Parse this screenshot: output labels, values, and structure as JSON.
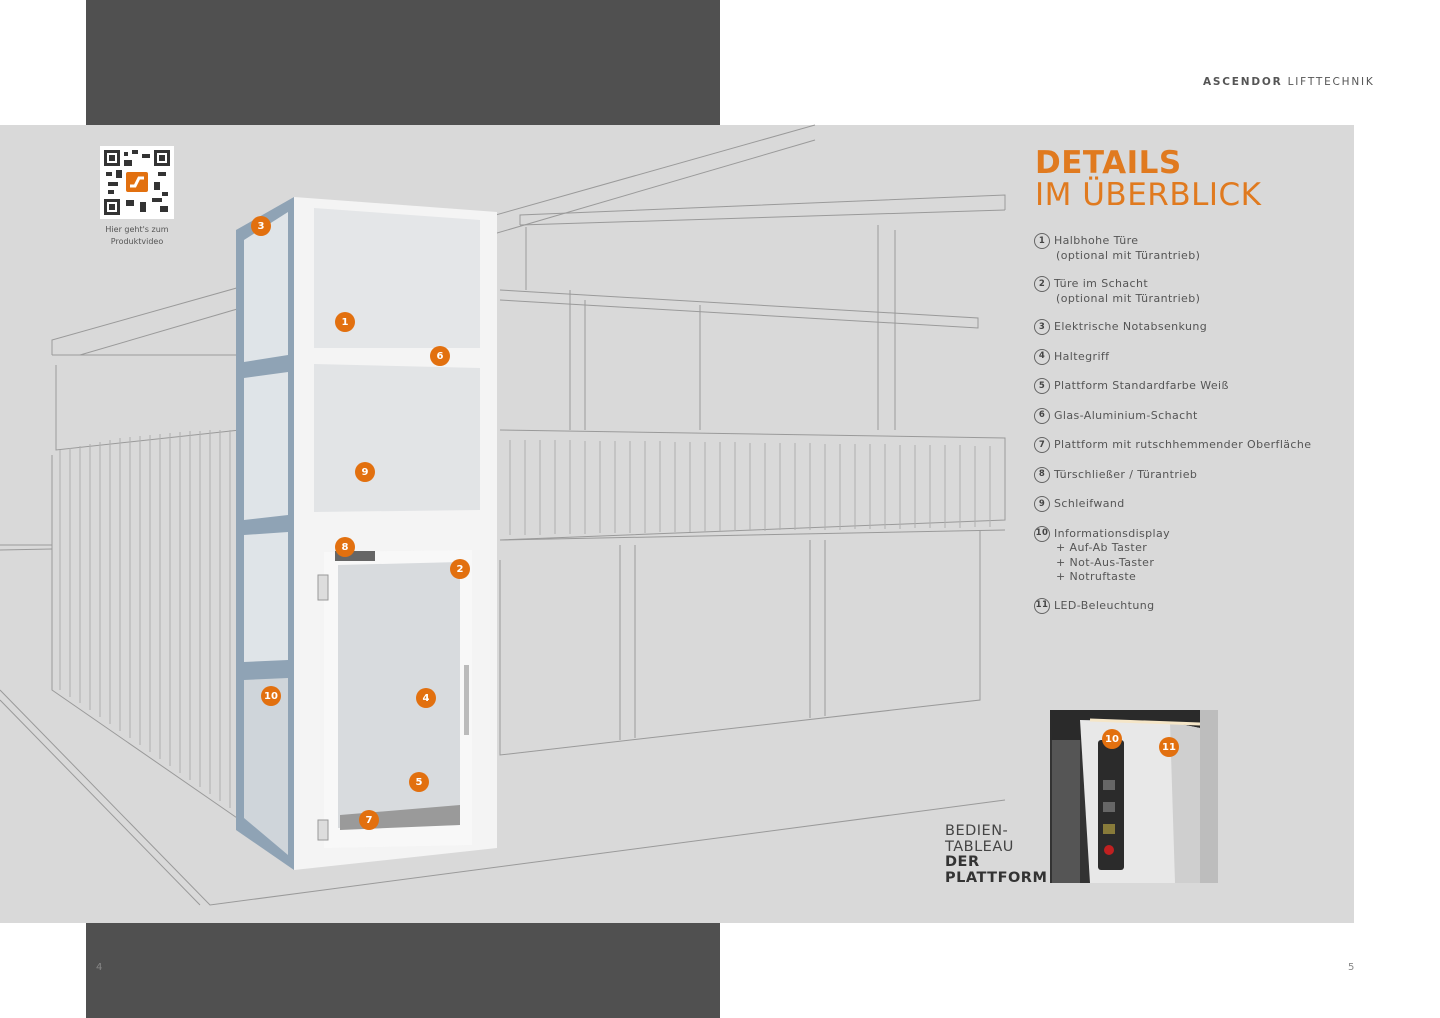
{
  "header": {
    "brand_bold": "ASCENDOR",
    "brand_light": "LIFTTECHNIK"
  },
  "pages": {
    "left": "4",
    "right": "5"
  },
  "qr": {
    "caption_line1": "Hier geht's zum",
    "caption_line2": "Produktvideo"
  },
  "title": {
    "line1": "DETAILS",
    "line2": "IM ÜBERBLICK"
  },
  "colors": {
    "accent": "#e07a1f",
    "panel": "#d9d9d9",
    "dark": "#505050"
  },
  "details": [
    {
      "num": "1",
      "label": "Halbhohe Türe",
      "sub": [
        "(optional mit Türantrieb)"
      ]
    },
    {
      "num": "2",
      "label": "Türe im Schacht",
      "sub": [
        "(optional mit Türantrieb)"
      ]
    },
    {
      "num": "3",
      "label": "Elektrische Notabsenkung",
      "sub": []
    },
    {
      "num": "4",
      "label": "Haltegriff",
      "sub": []
    },
    {
      "num": "5",
      "label": "Plattform Standardfarbe Weiß",
      "sub": []
    },
    {
      "num": "6",
      "label": "Glas-Aluminium-Schacht",
      "sub": []
    },
    {
      "num": "7",
      "label": "Plattform mit rutschhemmender Oberfläche",
      "sub": []
    },
    {
      "num": "8",
      "label": "Türschließer / Türantrieb",
      "sub": []
    },
    {
      "num": "9",
      "label": "Schleifwand",
      "sub": []
    },
    {
      "num": "10",
      "label": "Informationsdisplay",
      "sub": [
        "+ Auf-Ab Taster",
        "+ Not-Aus-Taster",
        "+ Notruftaste"
      ]
    },
    {
      "num": "11",
      "label": "LED-Beleuchtung",
      "sub": []
    }
  ],
  "markers": [
    "1",
    "2",
    "3",
    "4",
    "5",
    "6",
    "7",
    "8",
    "9",
    "10"
  ],
  "inset_markers": [
    "10",
    "11"
  ],
  "caption": {
    "line1": "BEDIEN-",
    "line2": "TABLEAU",
    "line3": "DER",
    "line4": "PLATTFORM"
  }
}
